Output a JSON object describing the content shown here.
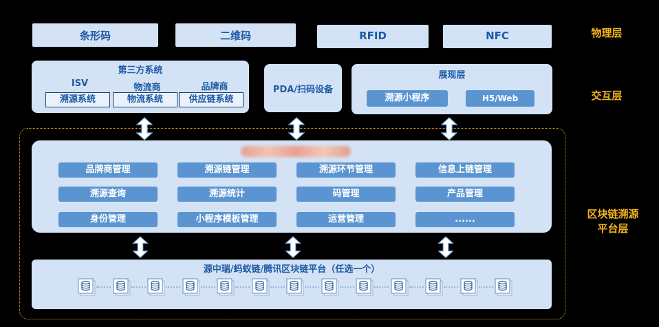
{
  "physical": {
    "barcode": "条形码",
    "qrcode": "二维码",
    "rfid": "RFID",
    "nfc": "NFC"
  },
  "interaction": {
    "third_party": {
      "title": "第三方系统",
      "isv": "ISV",
      "logistics": "物流商",
      "brand": "品牌商",
      "trace_system": "溯源系统",
      "logistics_system": "物流系统",
      "supply_chain_system": "供应链系统"
    },
    "pda": "PDA/扫码设备",
    "display": {
      "title": "展现层",
      "mini_program": "溯源小程序",
      "h5": "H5/Web"
    }
  },
  "platform": {
    "modules": [
      "品牌商管理",
      "溯源链管理",
      "溯源环节管理",
      "信息上链管理",
      "溯源查询",
      "溯源统计",
      "码管理",
      "产品管理",
      "身份管理",
      "小程序模板管理",
      "运营管理",
      "......"
    ],
    "blockchain_title": "源中瑞/蚂蚁链/腾讯区块链平台（任选一个）"
  },
  "layers": {
    "physical": "物理层",
    "interaction": "交互层",
    "platform_line1": "区块链溯源",
    "platform_line2": "平台层"
  },
  "colors": {
    "background": "#000000",
    "box": "#d3e3f5",
    "pill": "#5b95d1",
    "text_blue": "#1f5aa6",
    "layer_gold": "#f2b320"
  },
  "icons": {
    "arrow": "double-arrow-icon",
    "block": "database-icon"
  }
}
